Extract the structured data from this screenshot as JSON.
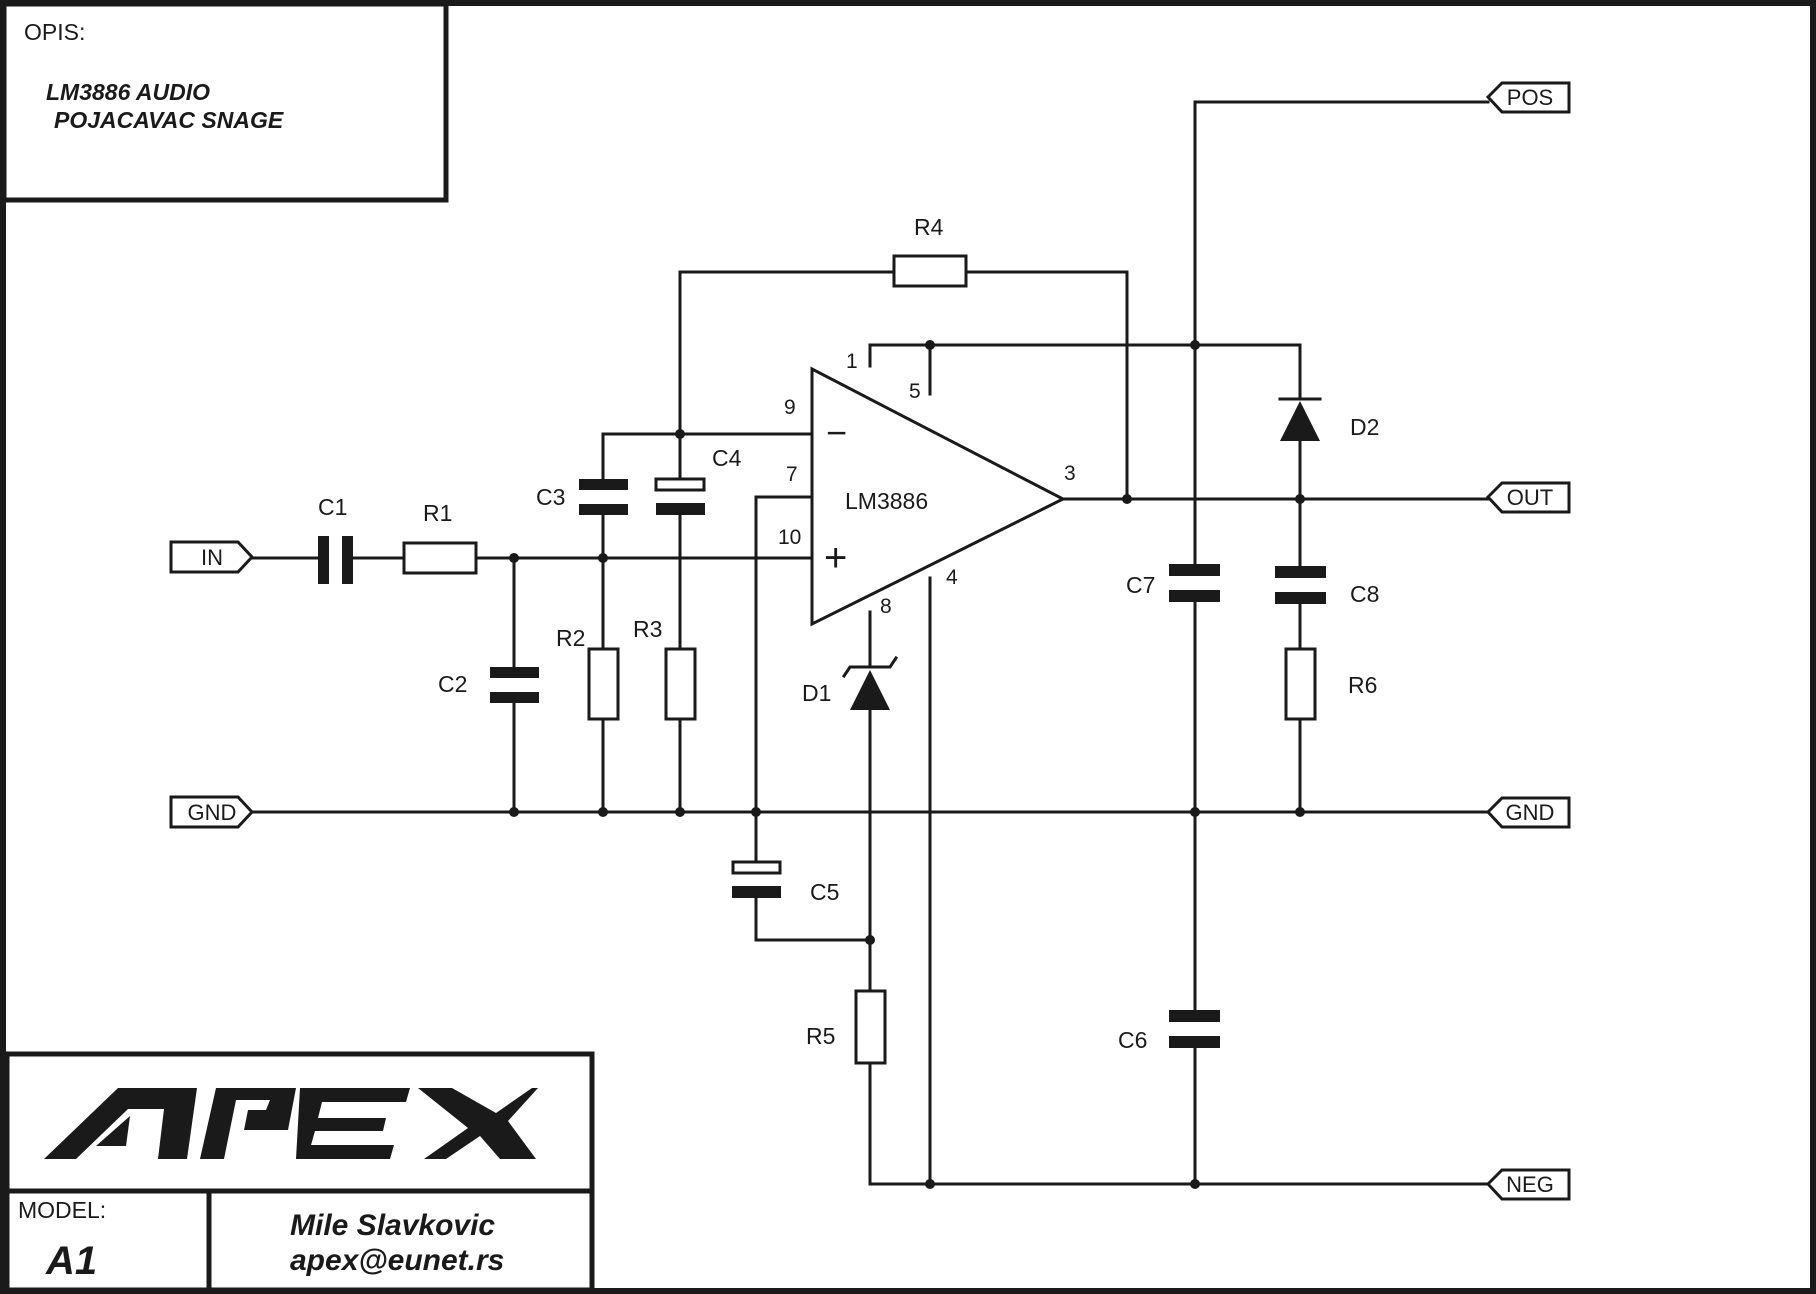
{
  "title_block": {
    "opis_label": "OPIS:",
    "opis_line1": "LM3886 AUDIO",
    "opis_line2": "POJACAVAC SNAGE",
    "logo_text": "APEX",
    "model_label": "MODEL:",
    "model_value": "A1",
    "author_name": "Mile Slavkovic",
    "author_email": "apex@eunet.rs"
  },
  "ports": {
    "in": "IN",
    "gnd_left": "GND",
    "pos": "POS",
    "out": "OUT",
    "gnd_right": "GND",
    "neg": "NEG"
  },
  "ic": {
    "name": "LM3886",
    "minus": "−",
    "plus": "+",
    "pins": {
      "p1": "1",
      "p3": "3",
      "p4": "4",
      "p5": "5",
      "p7": "7",
      "p8": "8",
      "p9": "9",
      "p10": "10"
    }
  },
  "components": {
    "c1": "C1",
    "c2": "C2",
    "c3": "C3",
    "c4": "C4",
    "c5": "C5",
    "c6": "C6",
    "c7": "C7",
    "c8": "C8",
    "r1": "R1",
    "r2": "R2",
    "r3": "R3",
    "r4": "R4",
    "r5": "R5",
    "r6": "R6",
    "d1": "D1",
    "d2": "D2"
  },
  "colors": {
    "ink": "#1a1a1a",
    "paper": "#ffffff"
  }
}
